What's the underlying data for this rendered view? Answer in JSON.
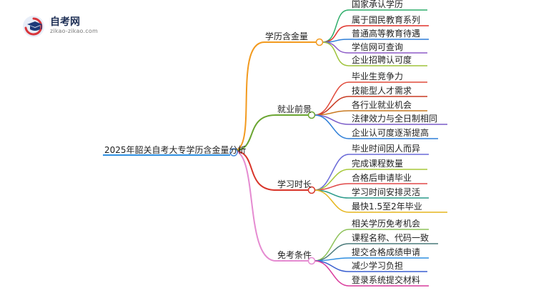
{
  "logo": {
    "title": "自考网",
    "url": "zikao-zikao.com"
  },
  "mindmap": {
    "root": "2025年韶关自考大专学历含金量分析",
    "branches": [
      {
        "label": "学历含金量",
        "color": "#f29a1f",
        "children": [
          "国家承认学历",
          "属于国民教育系列",
          "普通高等教育待遇",
          "学信网可查询",
          "企业招聘认可度"
        ]
      },
      {
        "label": "就业前景",
        "color": "#6aa531",
        "children": [
          "毕业生竞争力",
          "技能型人才需求",
          "各行业就业机会",
          "法律效力与全日制相同",
          "企业认可度逐渐提高"
        ]
      },
      {
        "label": "学习时长",
        "color": "#d8352a",
        "children": [
          "毕业时间因人而异",
          "完成课程数量",
          "合格后申请毕业",
          "学习时间安排灵活",
          "最快1.5至2年毕业"
        ]
      },
      {
        "label": "免考条件",
        "color": "#e58bd1",
        "children": [
          "相关学历免考机会",
          "课程名称、代码一致",
          "提交合格成绩申请",
          "减少学习负担",
          "登录系统提交材料"
        ]
      }
    ]
  },
  "colors": {
    "branch1_children": [
      "#2fae6b",
      "#e0342c",
      "#2f7fd8",
      "#8e5cc8",
      "#9fc33c"
    ],
    "branch2_children": [
      "#e14b3c",
      "#c83a22",
      "#c97a22",
      "#7a5cc8",
      "#2f7fd8"
    ],
    "branch3_children": [
      "#6b6bd8",
      "#a7c93a",
      "#e04848",
      "#2a9a8a",
      "#e6b61f"
    ],
    "branch4_children": [
      "#8ec25a",
      "#4a7a7a",
      "#2f8fe0",
      "#3a5fd0",
      "#d93b9c"
    ]
  }
}
